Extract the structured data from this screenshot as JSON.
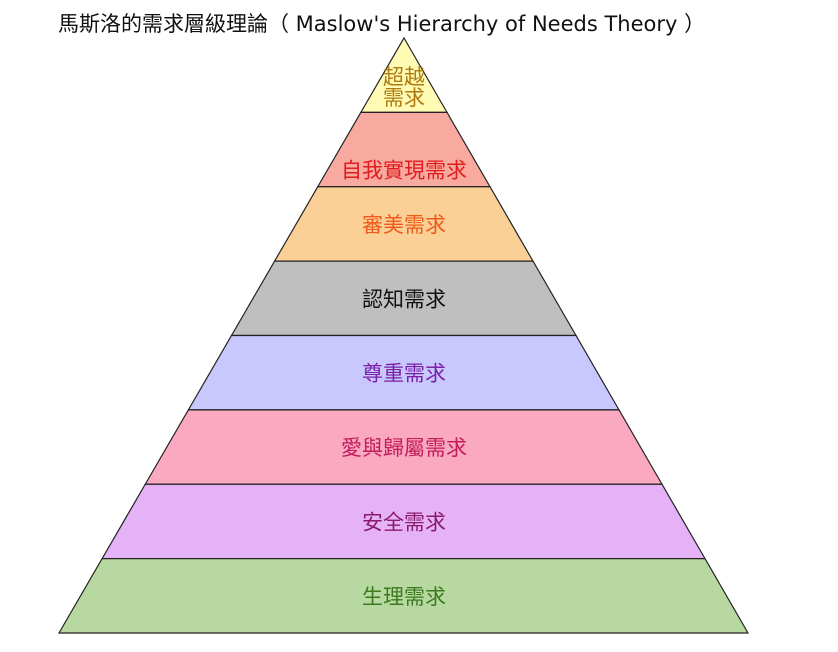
{
  "title": "馬斯洛的需求層級理論（ Maslow's Hierarchy of Needs Theory ）",
  "levels": [
    {
      "label": [
        "超越",
        "需求"
      ],
      "fill": "#fffbb4",
      "text_color": "#b07a10"
    },
    {
      "label": [
        "自我實現需求"
      ],
      "fill": "#f9aaa0",
      "text_color": "#e01c1c"
    },
    {
      "label": [
        "審美需求"
      ],
      "fill": "#fbd096",
      "text_color": "#ee5a1a"
    },
    {
      "label": [
        "認知需求"
      ],
      "fill": "#bfbfbf",
      "text_color": "#111111"
    },
    {
      "label": [
        "尊重需求"
      ],
      "fill": "#c8c8ff",
      "text_color": "#7a1fa8"
    },
    {
      "label": [
        "愛與歸屬需求"
      ],
      "fill": "#fba9c0",
      "text_color": "#c21c5a"
    },
    {
      "label": [
        "安全需求"
      ],
      "fill": "#e6b2f7",
      "text_color": "#8a1a6a"
    },
    {
      "label": [
        "生理需求"
      ],
      "fill": "#b7d9a1",
      "text_color": "#3c7a1e"
    }
  ]
}
